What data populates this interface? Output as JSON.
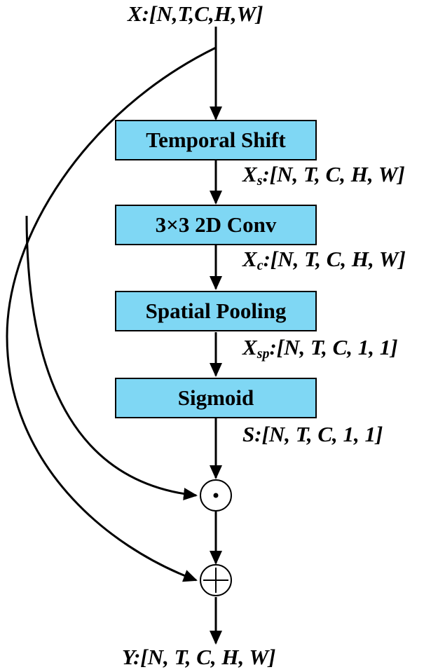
{
  "input_label": "X:[N,T,C,H,W]",
  "blocks": [
    {
      "label": "Temporal Shift"
    },
    {
      "label": "3×3 2D Conv"
    },
    {
      "label": "Spatial Pooling"
    },
    {
      "label": "Sigmoid"
    }
  ],
  "tensor_labels": [
    {
      "sym": "X",
      "sub": "s",
      "rest": ":[N, T, C, H, W]"
    },
    {
      "sym": "X",
      "sub": "c",
      "rest": ":[N, T, C, H, W]"
    },
    {
      "sym": "X",
      "sub": "sp",
      "rest": ":[N, T, C, 1, 1]"
    },
    {
      "sym": "S",
      "sub": "",
      "rest": ":[N, T, C, 1, 1]"
    }
  ],
  "operators": {
    "multiply": "⊙",
    "add": "⊕"
  },
  "output_label": "Y:[N, T, C, H, W]",
  "colors": {
    "block_fill": "#7fd7f4",
    "stroke": "#000000"
  }
}
